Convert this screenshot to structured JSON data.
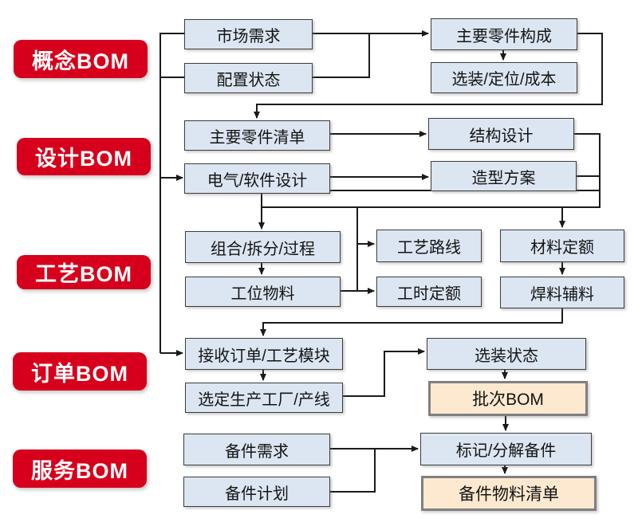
{
  "sections": {
    "concept": "概念BOM",
    "design": "设计BOM",
    "process": "工艺BOM",
    "order": "订单BOM",
    "service": "服务BOM"
  },
  "nodes": {
    "market_demand": "市场需求",
    "config_status": "配置状态",
    "main_parts_composition": "主要零件构成",
    "option_position_cost": "选装/定位/成本",
    "main_parts_list": "主要零件清单",
    "electrical_software_design": "电气/软件设计",
    "structure_design": "结构设计",
    "styling_plan": "造型方案",
    "combine_split_process": "组合/拆分/过程",
    "station_material": "工位物料",
    "process_route": "工艺路线",
    "work_hour_quota": "工时定额",
    "material_quota": "材料定额",
    "solder_auxiliary_material": "焊料辅料",
    "receive_order_process_module": "接收订单/工艺模块",
    "select_factory_line": "选定生产工厂/产线",
    "option_status": "选装状态",
    "batch_bom": "批次BOM",
    "spare_parts_demand": "备件需求",
    "spare_parts_plan": "备件计划",
    "mark_decompose_spares": "标记/分解备件",
    "spare_parts_material_list": "备件物料清单"
  },
  "colors": {
    "section_red": "#d6001c",
    "node_blue_fill": "#dce6f2",
    "node_blue_border": "#3c3c3c",
    "highlight_tan_fill": "#fce9cf",
    "highlight_tan_border": "#808080",
    "connector": "#1a1a1a"
  }
}
